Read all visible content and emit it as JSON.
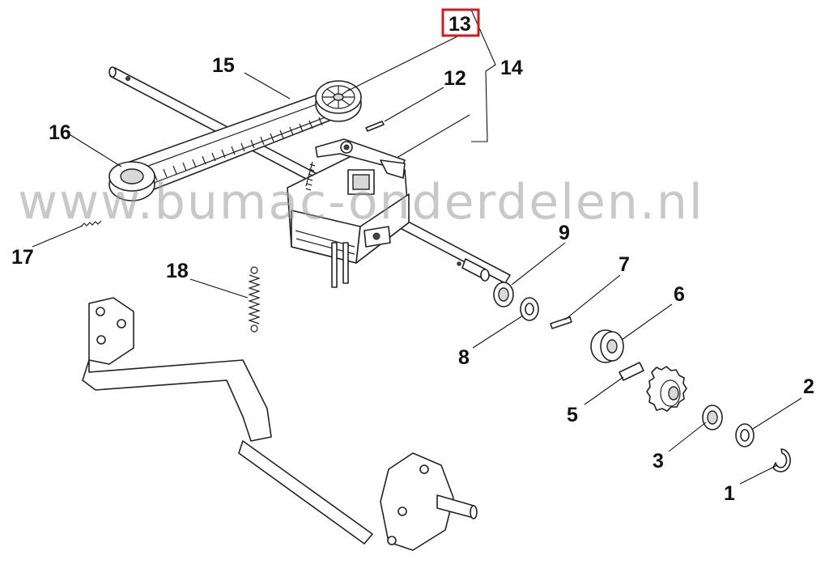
{
  "watermark": "www.bumac-onderdelen.nl",
  "highlighted_part": "13",
  "highlight_color": "#d11c1c",
  "callouts": {
    "p1": "1",
    "p2": "2",
    "p3": "3",
    "p5": "5",
    "p6": "6",
    "p7": "7",
    "p8": "8",
    "p9": "9",
    "p12": "12",
    "p13": "13",
    "p14": "14",
    "p15": "15",
    "p16": "16",
    "p17": "17",
    "p18": "18"
  }
}
